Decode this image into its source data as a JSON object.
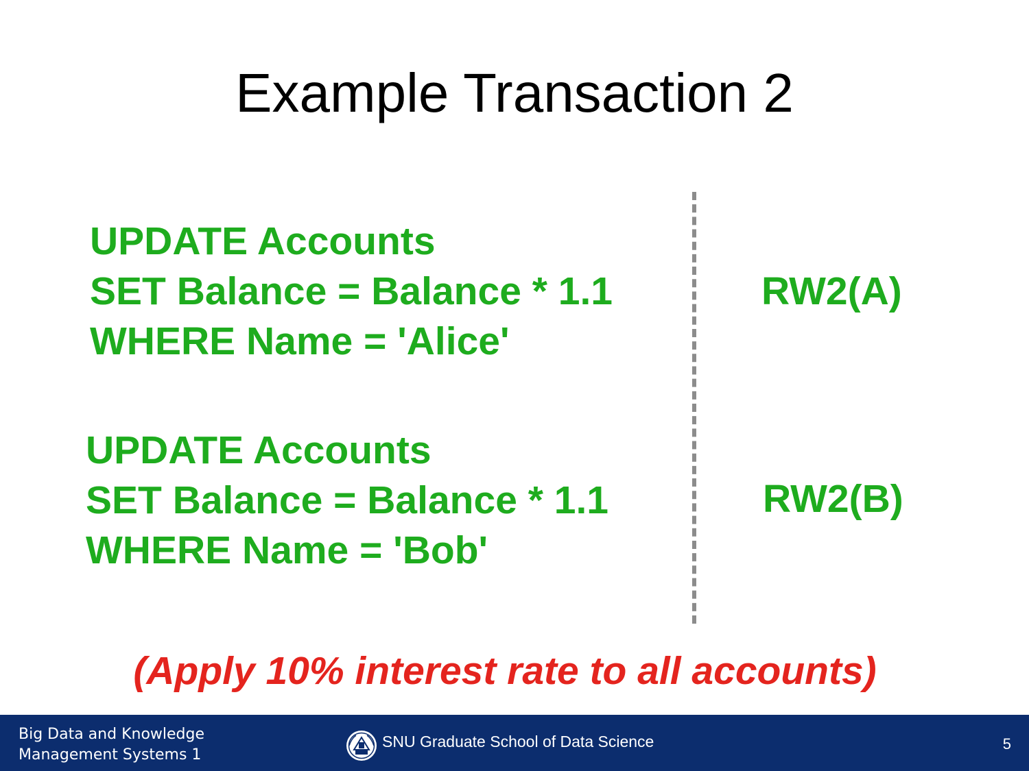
{
  "slide": {
    "title": "Example Transaction 2",
    "statement_a": {
      "line1": "UPDATE Accounts",
      "line2": "SET Balance = Balance * 1.1",
      "line3": "WHERE Name = 'Alice'"
    },
    "statement_b": {
      "line1": "UPDATE Accounts",
      "line2": "SET Balance = Balance * 1.1",
      "line3": "WHERE Name = 'Bob'"
    },
    "op_a": "RW2(A)",
    "op_b": "RW2(B)",
    "note": "(Apply 10% interest rate to all accounts)"
  },
  "footer": {
    "course_line1": "Big Data and Knowledge",
    "course_line2": "Management Systems 1",
    "school": "SNU Graduate School of Data Science",
    "page_number": "5"
  },
  "colors": {
    "sql_green": "#1eac1e",
    "note_red": "#e4241e",
    "footer_navy": "#0c2d6e",
    "divider_gray": "#8c8c8c"
  },
  "icons": {
    "emblem": "snu-emblem-icon"
  }
}
